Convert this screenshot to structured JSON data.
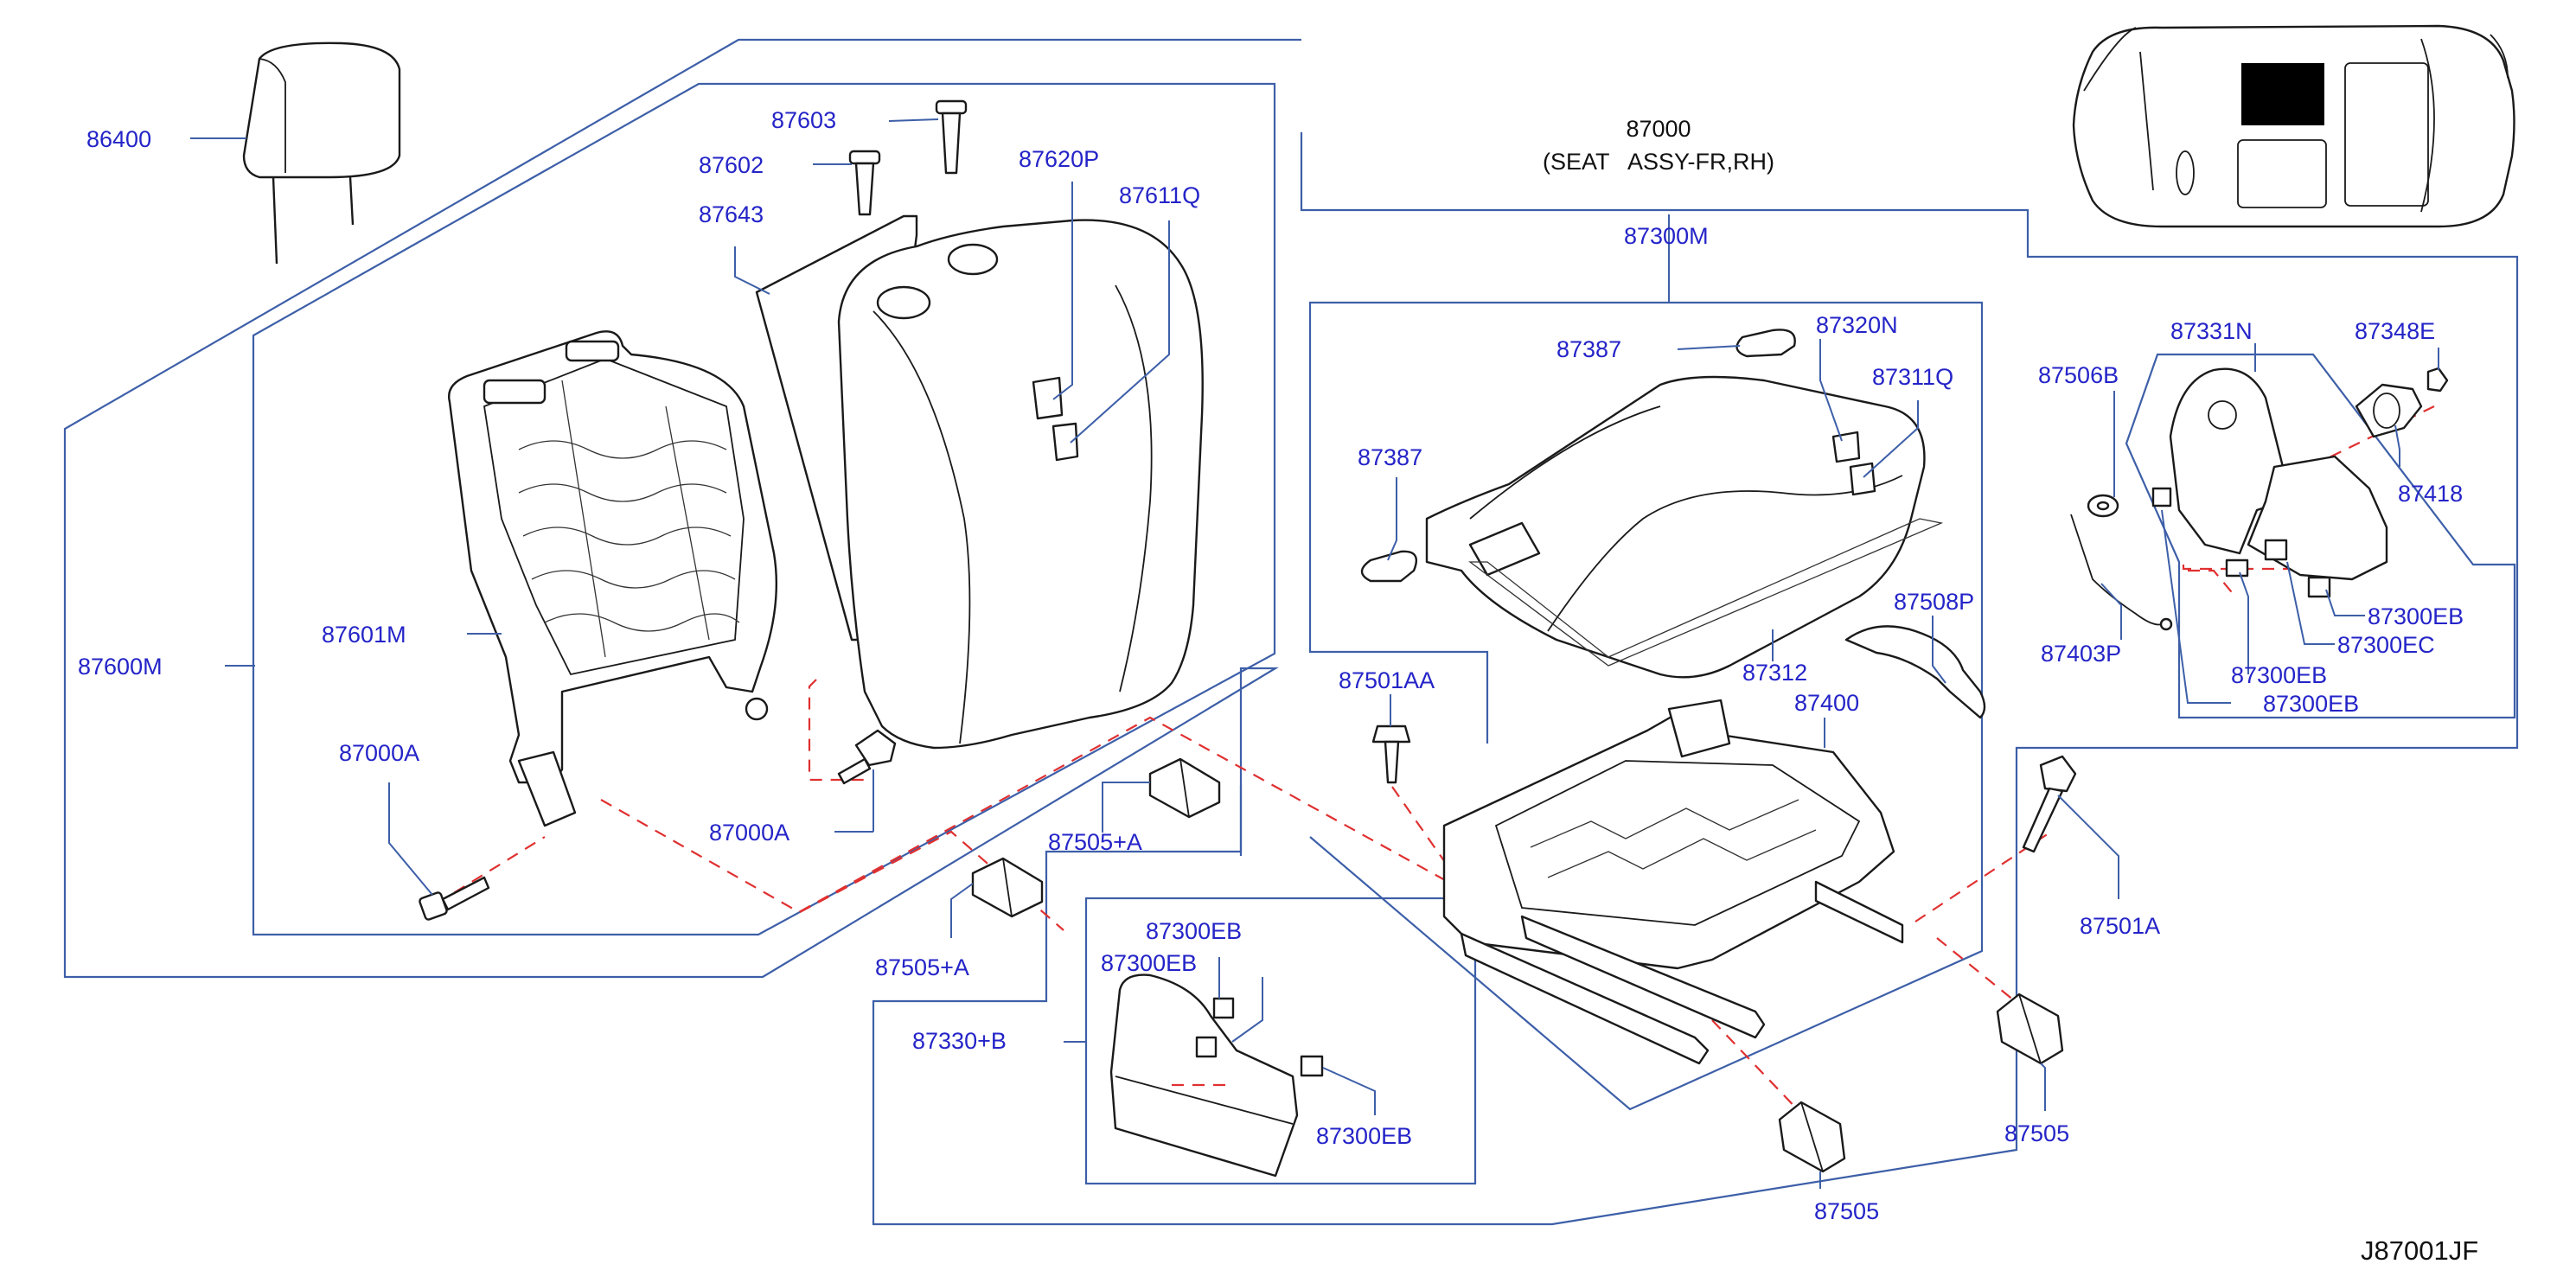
{
  "assembly": {
    "part_no": "87000",
    "description": "(SEAT   ASSY-FR,RH)"
  },
  "diagram_code": "J87001JF",
  "parts": {
    "p86400": "86400",
    "p87603": "87603",
    "p87602": "87602",
    "p87620P": "87620P",
    "p87611Q": "87611Q",
    "p87643": "87643",
    "p87601M": "87601M",
    "p87600M": "87600M",
    "p87000A_left": "87000A",
    "p87000A_center": "87000A",
    "p87501AA": "87501AA",
    "p87505A_upper": "87505+A",
    "p87505A_lower": "87505+A",
    "p87330B": "87330+B",
    "p87300EB_b1": "87300EB",
    "p87300EB_b2": "87300EB",
    "p87300EB_b3": "87300EB",
    "p87300M": "87300M",
    "p87387_top": "87387",
    "p87387_left": "87387",
    "p87320N": "87320N",
    "p87311Q": "87311Q",
    "p87312": "87312",
    "p87508P": "87508P",
    "p87400": "87400",
    "p87506B": "87506B",
    "p87403P": "87403P",
    "p87331N": "87331N",
    "p87348E": "87348E",
    "p87418": "87418",
    "p87300EB_r1": "87300EB",
    "p87300EC": "87300EC",
    "p87300EB_r2": "87300EB",
    "p87300EB_r3": "87300EB",
    "p87501A": "87501A",
    "p87505_right": "87505",
    "p87505_bottom": "87505"
  },
  "colors": {
    "label": "#2424c8",
    "group_line": "#3d5fa8",
    "dashed_line": "#e03030",
    "part_outline": "#1a1a1a",
    "highlight": "#000000"
  },
  "icons": {
    "car_locator": "car-top-view-icon"
  }
}
